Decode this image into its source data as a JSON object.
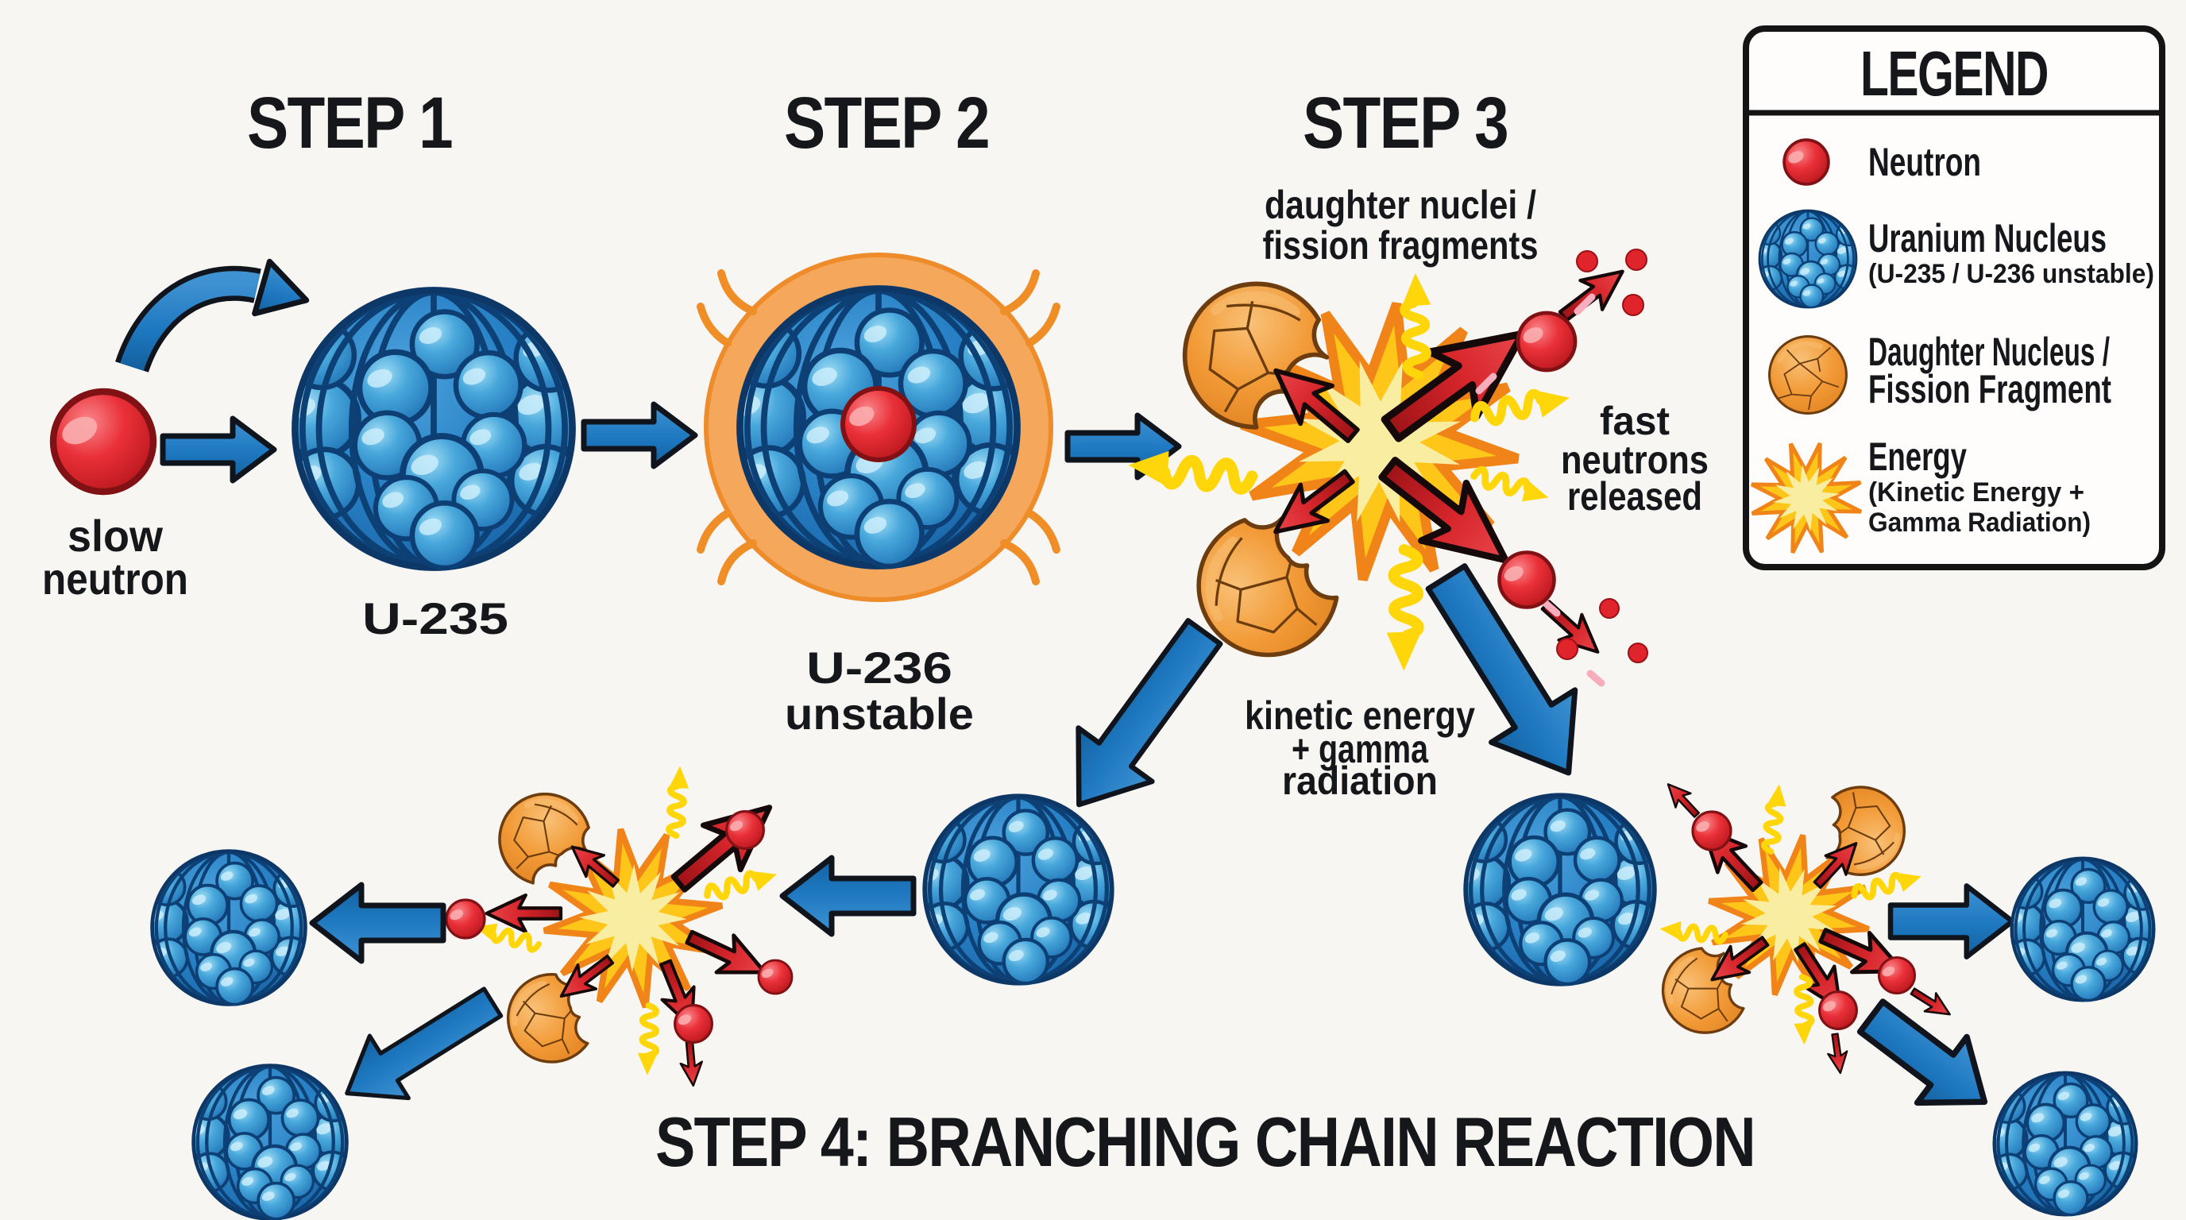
{
  "steps": {
    "step1": {
      "title": "STEP 1",
      "neutron_label": [
        "slow",
        "neutron"
      ],
      "nucleus_label": "U-235"
    },
    "step2": {
      "title": "STEP 2",
      "nucleus_label": [
        "U-236",
        "unstable"
      ]
    },
    "step3": {
      "title": "STEP 3",
      "fragments_label": [
        "daughter nuclei /",
        "fission fragments"
      ],
      "fast_neutrons_label": [
        "fast",
        "neutrons",
        "released"
      ],
      "energy_label": [
        "kinetic energy",
        "+ gamma",
        "radiation"
      ]
    },
    "step4": {
      "title": "STEP 4: BRANCHING CHAIN REACTION"
    }
  },
  "legend": {
    "title": "LEGEND",
    "items": [
      {
        "icon": "neutron-icon",
        "lines": [
          "Neutron"
        ]
      },
      {
        "icon": "uranium-nucleus-icon",
        "lines": [
          "Uranium Nucleus",
          "(U-235 / U-236 unstable)"
        ]
      },
      {
        "icon": "daughter-nucleus-icon",
        "lines": [
          "Daughter Nucleus /",
          "Fission Fragment"
        ]
      },
      {
        "icon": "energy-icon",
        "lines": [
          "Energy",
          "(Kinetic Energy +",
          "Gamma Radiation)"
        ]
      }
    ]
  },
  "colors": {
    "background": "#f7f6f3",
    "neutron_red": "#e0242b",
    "uranium_blue": "#2b84c8",
    "fragment_orange": "#f29b38",
    "energy_yellow": "#ffc61a",
    "arrow_blue": "#1e78c0",
    "outline": "#15171a"
  }
}
